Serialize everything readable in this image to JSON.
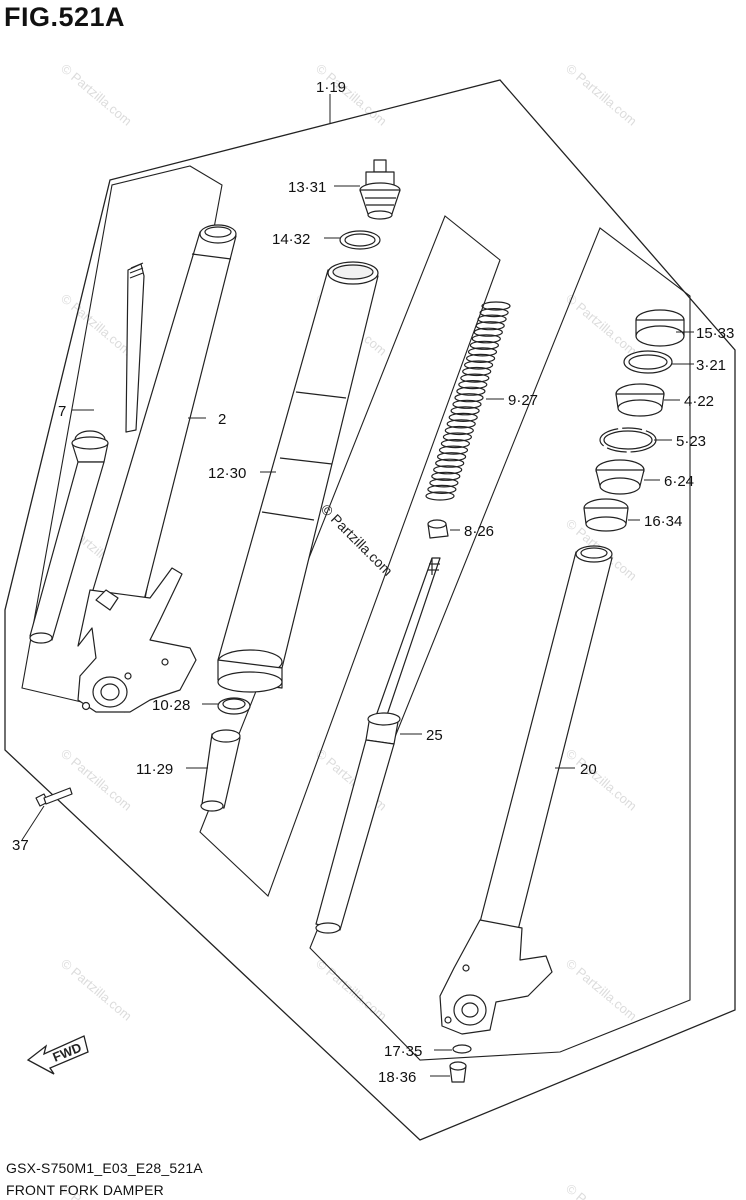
{
  "figure": {
    "title": "FIG.521A",
    "model_code": "GSX-S750M1_E03_E28_521A",
    "caption": "FRONT FORK DAMPER",
    "fwd_label": "FWD",
    "watermark_text": "© Partzilla.com",
    "center_watermark": "© Partzilla.com"
  },
  "callouts": {
    "c1_19": "1·19",
    "c13_31": "13·31",
    "c14_32": "14·32",
    "c7": "7",
    "c2": "2",
    "c12_30": "12·30",
    "c9_27": "9·27",
    "c8_26": "8·26",
    "c15_33": "15·33",
    "c3_21": "3·21",
    "c4_22": "4·22",
    "c5_23": "5·23",
    "c6_24": "6·24",
    "c16_34": "16·34",
    "c10_28": "10·28",
    "c11_29": "11·29",
    "c25": "25",
    "c20": "20",
    "c37": "37",
    "c17_35": "17·35",
    "c18_36": "18·36"
  }
}
